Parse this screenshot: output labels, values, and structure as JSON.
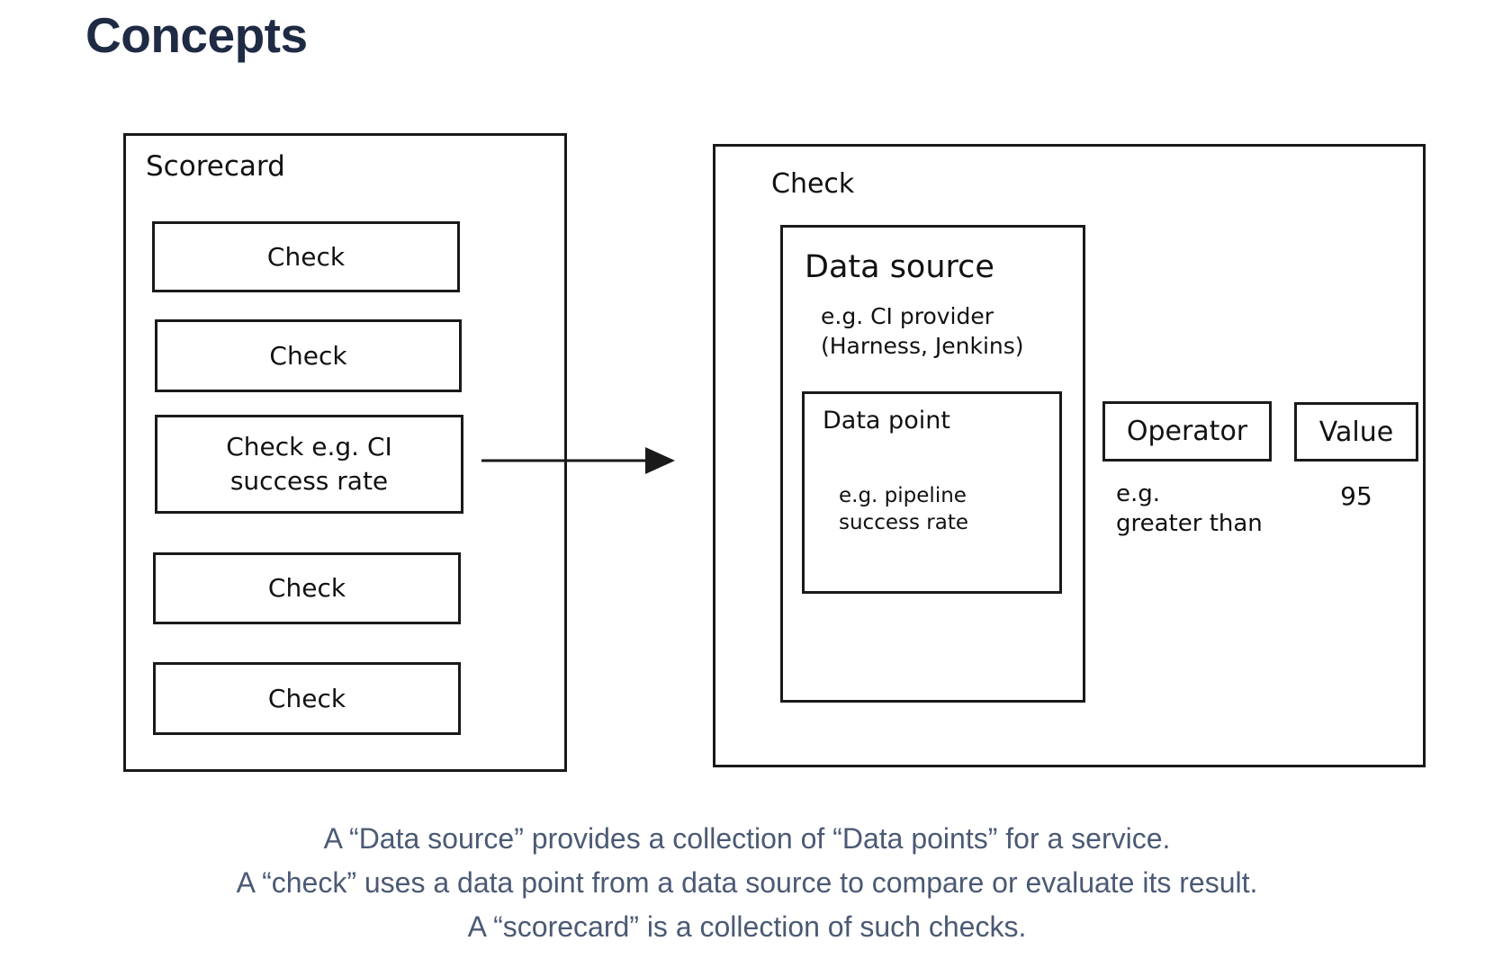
{
  "title": "Concepts",
  "scorecard": {
    "label": "Scorecard",
    "checks": [
      {
        "label": "Check"
      },
      {
        "label": "Check"
      },
      {
        "label": "Check e.g. CI success rate"
      },
      {
        "label": "Check"
      },
      {
        "label": "Check"
      }
    ]
  },
  "check_detail": {
    "label": "Check",
    "data_source": {
      "label": "Data source",
      "example_line1": "e.g. CI provider",
      "example_line2": "(Harness, Jenkins)",
      "data_point": {
        "label": "Data point",
        "example_line1": "e.g. pipeline",
        "example_line2": "success rate"
      }
    },
    "operator": {
      "label": "Operator",
      "example_line1": "e.g.",
      "example_line2": "greater than"
    },
    "value": {
      "label": "Value",
      "example": "95"
    }
  },
  "caption": {
    "lines": [
      "A “Data source” provides a collection of “Data points” for a service.",
      "A “check” uses a data point from a data source to compare or evaluate its result.",
      "A “scorecard” is a collection of such checks."
    ]
  },
  "colors": {
    "title": "#1f2a44",
    "caption": "#4b5a74",
    "border": "#1a1a1a"
  }
}
